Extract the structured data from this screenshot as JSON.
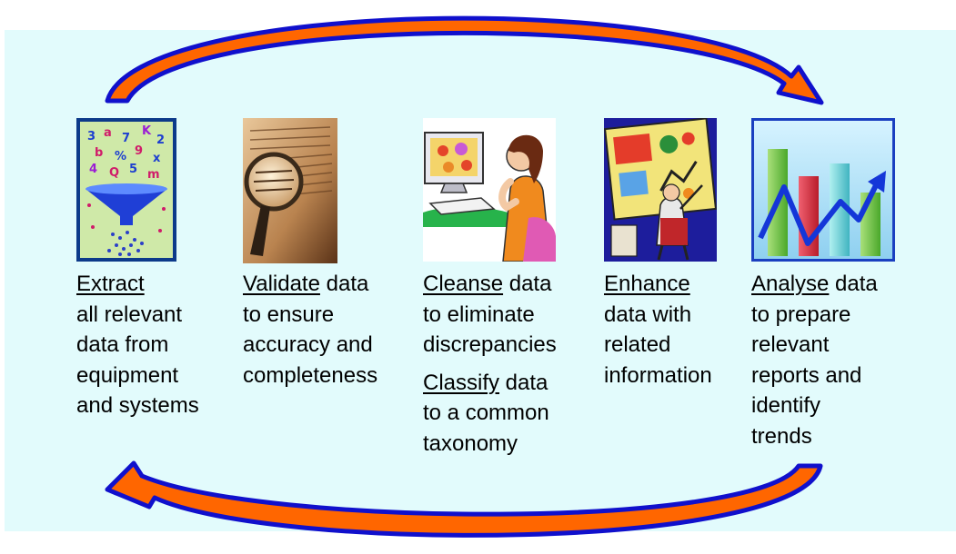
{
  "steps": [
    {
      "icon": "funnel-icon",
      "keyword": "Extract",
      "rest": "",
      "lines": [
        "all relevant",
        "data from",
        "equipment",
        "and systems"
      ]
    },
    {
      "icon": "magnifying-glass-icon",
      "keyword": "Validate",
      "rest": " data",
      "lines": [
        "to ensure",
        "accuracy and",
        "completeness"
      ]
    },
    {
      "icon": "computer-user-icon",
      "keyword": "Cleanse",
      "rest": " data",
      "lines": [
        "to eliminate",
        "discrepancies"
      ],
      "extra": {
        "keyword": "Classify",
        "rest": " data",
        "lines": [
          "to a common",
          "taxonomy"
        ]
      }
    },
    {
      "icon": "presentation-board-icon",
      "keyword": "Enhance",
      "rest": "",
      "lines": [
        "data with",
        "related",
        "information"
      ]
    },
    {
      "icon": "bar-chart-trend-icon",
      "keyword": "Analyse",
      "rest": " data",
      "lines": [
        "to prepare",
        "relevant",
        "reports and",
        "identify",
        "trends"
      ]
    }
  ],
  "colors": {
    "panel": "#e2fbfc",
    "arrow_fill": "#ff6600",
    "arrow_outline": "#1010cc"
  }
}
